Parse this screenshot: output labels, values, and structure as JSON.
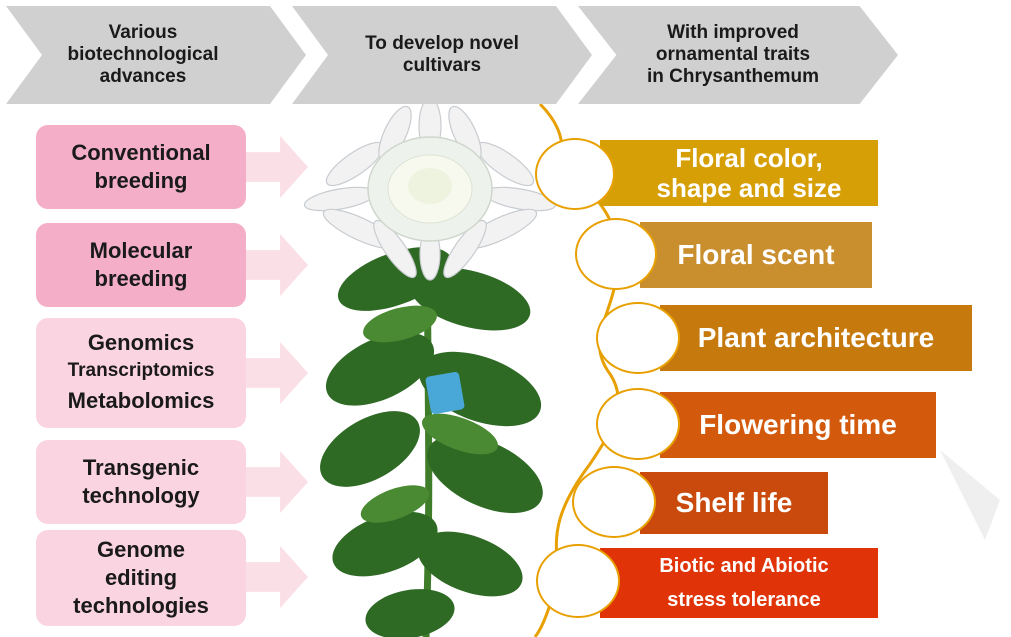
{
  "header": {
    "step1": "Various\nbiotechnological\nadvances",
    "step2": "To develop novel\ncultivars",
    "step3": "With improved\nornamental traits\nin Chrysanthemum"
  },
  "advances": [
    {
      "line1": "Conventional",
      "line2": "breeding",
      "line3": ""
    },
    {
      "line1": "Molecular",
      "line2": "breeding",
      "line3": ""
    },
    {
      "line1": "Genomics",
      "line2": "Transcriptomics",
      "line3": "Metabolomics"
    },
    {
      "line1": "Transgenic",
      "line2": "technology",
      "line3": ""
    },
    {
      "line1": "Genome",
      "line2": "editing",
      "line3": "technologies"
    }
  ],
  "traits": [
    {
      "line1": "Floral color,",
      "line2": "shape and size",
      "color": "#d79f06"
    },
    {
      "line1": "Floral scent",
      "line2": "",
      "color": "#c98e2e"
    },
    {
      "line1": "Plant architecture",
      "line2": "",
      "color": "#c6790d"
    },
    {
      "line1": "Flowering time",
      "line2": "",
      "color": "#d35a0c"
    },
    {
      "line1": "Shelf life",
      "line2": "",
      "color": "#c94a0c"
    },
    {
      "line1": "Biotic and Abiotic",
      "line2": "stress tolerance",
      "color": "#e03408"
    }
  ],
  "colors": {
    "chevron": "#d0d0d0",
    "advance_dark": "#f4aec8",
    "advance_light": "#fbd4e1",
    "arrow": "#fbdfe7",
    "vine": "#e8a000"
  },
  "icons": {
    "flower": "chrysanthemum-plant-illustration"
  }
}
